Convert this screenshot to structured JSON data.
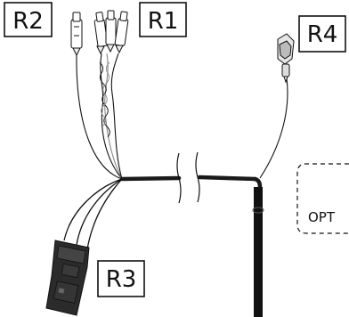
{
  "labels": {
    "r1": "R1",
    "r2": "R2",
    "r3": "R3",
    "r4": "R4",
    "opt": "OPT"
  },
  "colors": {
    "ink": "#111111",
    "cable": "#1a1a1a",
    "wire_grey": "#8a8a8a",
    "connector_dark": "#2b2b2b",
    "paper": "#ffffff"
  }
}
